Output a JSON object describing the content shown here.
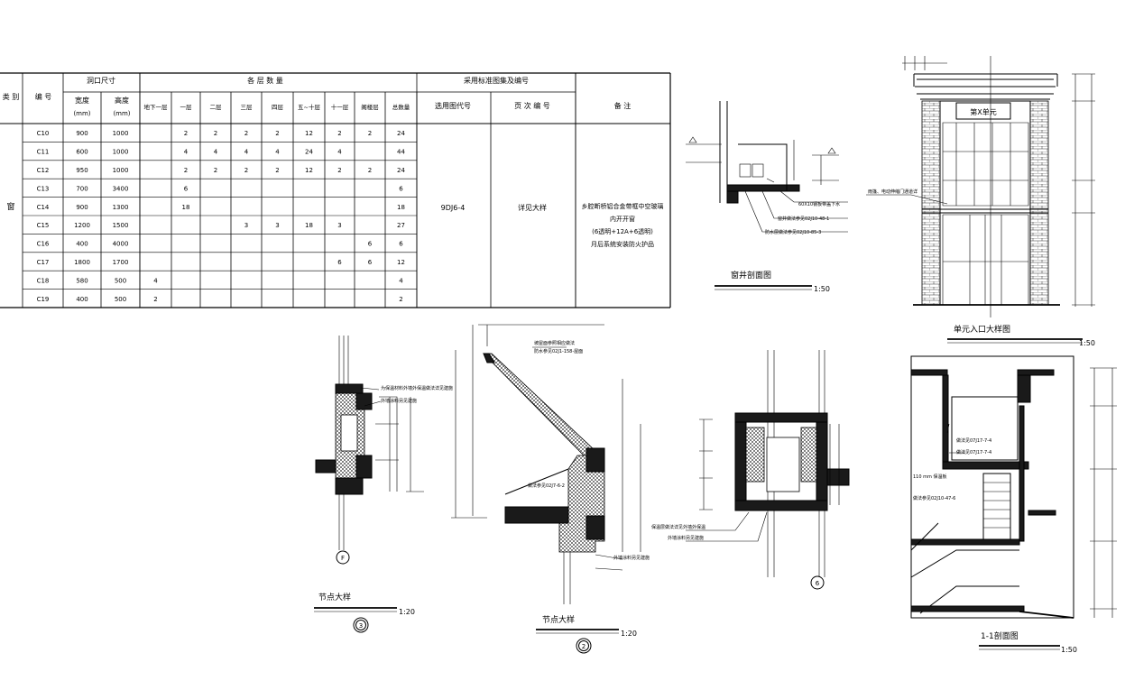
{
  "table": {
    "h_category": "类 别",
    "h_code": "编 号",
    "h_opening": "洞口尺寸",
    "h_width": "宽度",
    "h_width_unit": "(mm)",
    "h_height": "高度",
    "h_height_unit": "(mm)",
    "h_floors": "各 层 数 量",
    "floor_headers": [
      "地下一层",
      "一层",
      "二层",
      "三层",
      "四层",
      "五~十层",
      "十一层",
      "阁楼层",
      "总数量"
    ],
    "h_ref": "采用标准图集及编号",
    "h_atlas": "选用图代号",
    "h_page": "页 次 编 号",
    "h_remark": "备 注",
    "category": "窗",
    "rows": [
      {
        "code": "C10",
        "w": "900",
        "h": "1000",
        "q": [
          "",
          "2",
          "2",
          "2",
          "2",
          "12",
          "2",
          "2",
          "24"
        ]
      },
      {
        "code": "C11",
        "w": "600",
        "h": "1000",
        "q": [
          "",
          "4",
          "4",
          "4",
          "4",
          "24",
          "4",
          "",
          "44"
        ]
      },
      {
        "code": "C12",
        "w": "950",
        "h": "1000",
        "q": [
          "",
          "2",
          "2",
          "2",
          "2",
          "12",
          "2",
          "2",
          "24"
        ]
      },
      {
        "code": "C13",
        "w": "700",
        "h": "3400",
        "q": [
          "",
          "6",
          "",
          "",
          "",
          "",
          "",
          "",
          "6"
        ]
      },
      {
        "code": "C14",
        "w": "900",
        "h": "1300",
        "q": [
          "",
          "18",
          "",
          "",
          "",
          "",
          "",
          "",
          "18"
        ]
      },
      {
        "code": "C15",
        "w": "1200",
        "h": "1500",
        "q": [
          "",
          "",
          "",
          "3",
          "3",
          "18",
          "3",
          "",
          "27"
        ]
      },
      {
        "code": "C16",
        "w": "400",
        "h": "4000",
        "q": [
          "",
          "",
          "",
          "",
          "",
          "",
          "",
          "6",
          "6"
        ]
      },
      {
        "code": "C17",
        "w": "1800",
        "h": "1700",
        "q": [
          "",
          "",
          "",
          "",
          "",
          "",
          "6",
          "6",
          "12"
        ]
      },
      {
        "code": "C18",
        "w": "580",
        "h": "500",
        "q": [
          "4",
          "",
          "",
          "",
          "",
          "",
          "",
          "",
          "4"
        ]
      },
      {
        "code": "C19",
        "w": "400",
        "h": "500",
        "q": [
          "2",
          "",
          "",
          "",
          "",
          "",
          "",
          "",
          "2"
        ]
      }
    ],
    "atlas_code": "9DJ6-4",
    "page_code": "详见大样",
    "remark_lines": [
      "乡腔断桥铝合金带框中空玻璃",
      "内开开窗",
      "(6透明+12A+6透明)",
      "月后系统安装防火护品"
    ]
  },
  "drawings": {
    "well_title": "窗井剖面图",
    "well_scale": "1:50",
    "well_labels": [
      "60X10钢板带盖下水",
      "窗井做法参见02J10-48-1",
      "防水层做法参见02J10-85-3"
    ],
    "entrance_title": "单元入口大样图",
    "entrance_scale": "1:50",
    "entrance_sign": "第X单元",
    "entrance_label": "雨篷、电动伸缩门通道详",
    "section_title": "1-1剖面图",
    "section_scale": "1:50",
    "section_labels": [
      "做法见07J17-7-4",
      "做法见07J17-7-4",
      "110 mm 保温板",
      "做法参见02J10-47-6"
    ],
    "node3_title": "节点大样",
    "node3_scale": "1:20",
    "node3_num": "3",
    "node2_title": "节点大样",
    "node2_scale": "1:20",
    "node2_num": "2",
    "grid_f": "F",
    "grid_6": "6",
    "node3_labels": [
      "为保温材料外墙外保温做法详见建施",
      "外墙涂料另见建施"
    ],
    "node2_labels": [
      "坡屋面参照相应做法",
      "防水参见02J1-158-屋面",
      "做法参见02J7-6-2",
      "外墙涂料另见建施"
    ],
    "node6_labels": [
      "保温层做法详见外墙外保温",
      "外墙涂料另见建施"
    ]
  },
  "colors": {
    "line": "#000000",
    "fill": "#1a1a1a",
    "paper": "#ffffff"
  }
}
